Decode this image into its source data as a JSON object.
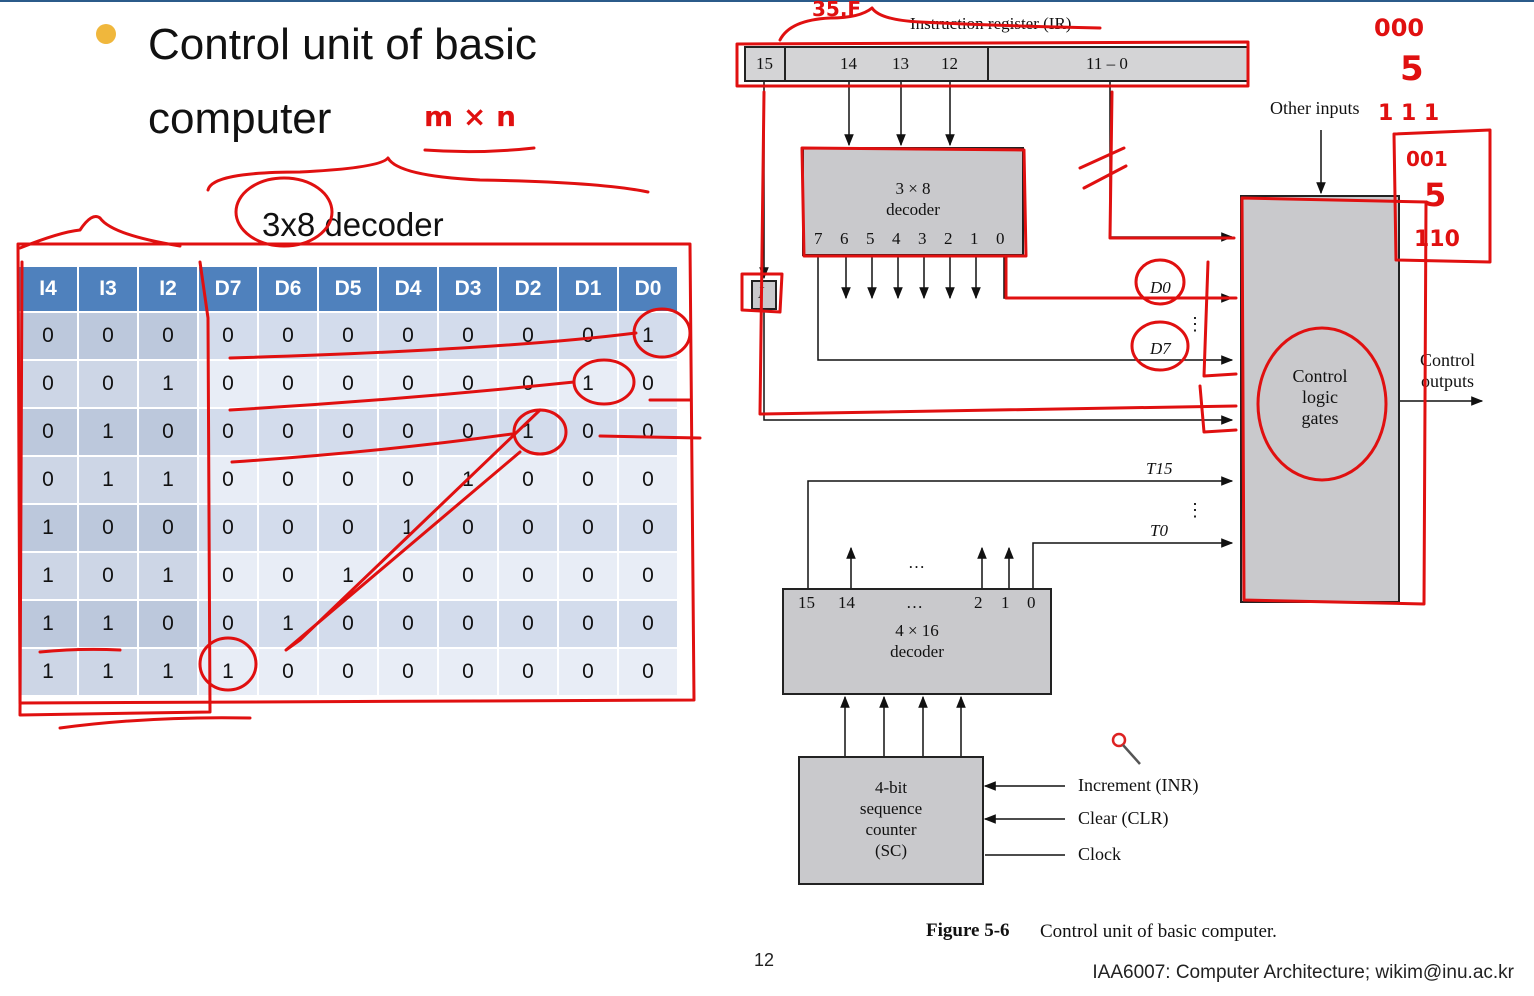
{
  "slide": {
    "title": "Control unit of basic\ncomputer",
    "table_caption": "3x8 decoder",
    "page_number": "12",
    "footer": "IAA6007: Computer Architecture; wikim@inu.ac.kr",
    "bullet_color": "#f0b73c"
  },
  "truth_table": {
    "headers": [
      "I4",
      "I3",
      "I2",
      "D7",
      "D6",
      "D5",
      "D4",
      "D3",
      "D2",
      "D1",
      "D0"
    ],
    "rows": [
      [
        "0",
        "0",
        "0",
        "0",
        "0",
        "0",
        "0",
        "0",
        "0",
        "0",
        "1"
      ],
      [
        "0",
        "0",
        "1",
        "0",
        "0",
        "0",
        "0",
        "0",
        "0",
        "1",
        "0"
      ],
      [
        "0",
        "1",
        "0",
        "0",
        "0",
        "0",
        "0",
        "0",
        "1",
        "0",
        "0"
      ],
      [
        "0",
        "1",
        "1",
        "0",
        "0",
        "0",
        "0",
        "1",
        "0",
        "0",
        "0"
      ],
      [
        "1",
        "0",
        "0",
        "0",
        "0",
        "0",
        "1",
        "0",
        "0",
        "0",
        "0"
      ],
      [
        "1",
        "0",
        "1",
        "0",
        "0",
        "1",
        "0",
        "0",
        "0",
        "0",
        "0"
      ],
      [
        "1",
        "1",
        "0",
        "0",
        "1",
        "0",
        "0",
        "0",
        "0",
        "0",
        "0"
      ],
      [
        "1",
        "1",
        "1",
        "1",
        "0",
        "0",
        "0",
        "0",
        "0",
        "0",
        "0"
      ]
    ],
    "header_color": "#4f81bd"
  },
  "figure": {
    "ir_label": "Instruction register (IR)",
    "ir_bits": [
      "15",
      "14",
      "13",
      "12",
      "11 – 0"
    ],
    "other_inputs": "Other inputs",
    "dec3_title": "3 × 8\ndecoder",
    "dec3_outputs": [
      "7",
      "6",
      "5",
      "4",
      "3",
      "2",
      "1",
      "0"
    ],
    "d0": "D0",
    "d7": "D7",
    "i_label": "I",
    "control_logic": "Control\nlogic\ngates",
    "control_outputs": "Control\noutputs",
    "t15": "T15",
    "t0": "T0",
    "dots": "⋮",
    "hdots": "…",
    "dec4_bits": [
      "15",
      "14",
      "…",
      "2",
      "1",
      "0"
    ],
    "dec4_title": "4 × 16\ndecoder",
    "sc_title": "4-bit\nsequence\ncounter\n(SC)",
    "inr": "Increment (INR)",
    "clr": "Clear (CLR)",
    "clock": "Clock",
    "caption_num": "Figure 5-6",
    "caption_text": "Control unit of basic computer."
  },
  "annotations": {
    "color": "#e01010",
    "notes": [
      "m × n",
      "35.F",
      "000",
      "5",
      "1 1 1",
      "001",
      "5",
      "110"
    ]
  }
}
